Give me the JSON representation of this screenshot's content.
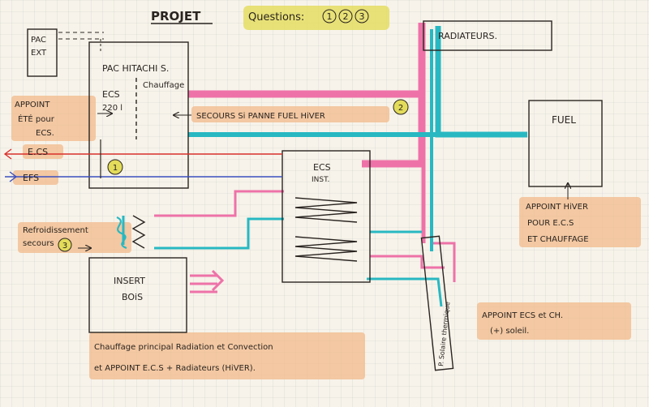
{
  "title": "PROJET",
  "questions": {
    "label": "Questions:",
    "n1": "1",
    "n2": "2",
    "n3": "3"
  },
  "pac_ext": [
    "PAC",
    "EXT"
  ],
  "pac_hitachi": "PAC HITACHI S.",
  "ecs_pac": [
    "ECS",
    "220 l"
  ],
  "chauffage": "Chauffage",
  "appoint_ete": [
    "APPOINT",
    "ÉTÉ pour",
    "ECS."
  ],
  "secours_fuel": "SECOURS Si PANNE FUEL HiVER",
  "badge2": "2",
  "radiateurs": "RADIATEURS.",
  "fuel": "FUEL",
  "ecs_line": "E.CS",
  "efs_line": "EFS",
  "badge1": "1",
  "ecs_inst": [
    "ECS",
    "INST."
  ],
  "appoint_hiver": [
    "APPOINT HiVER",
    "POUR E.C.S",
    "ET CHAUFFAGE"
  ],
  "refroidissement": [
    "Refroidissement",
    "secours"
  ],
  "badge3": "3",
  "insert_bois": [
    "INSERT",
    "BOiS"
  ],
  "solaire": "P. Solaire thermique",
  "appoint_ecs_ch": [
    "APPOINT ECS et CH.",
    "(+) soleil."
  ],
  "chauffage_principal": [
    "Chauffage principal Radiation et Convection",
    "et APPOINT E.C.S + Radiateurs (HiVER)."
  ],
  "colors": {
    "pink": "#ee72a8",
    "cyan": "#27b8c2",
    "highlight": "#f2b98a",
    "yellow": "#e3dc5a",
    "red": "#d9302a",
    "blue": "#3a4fc0"
  }
}
